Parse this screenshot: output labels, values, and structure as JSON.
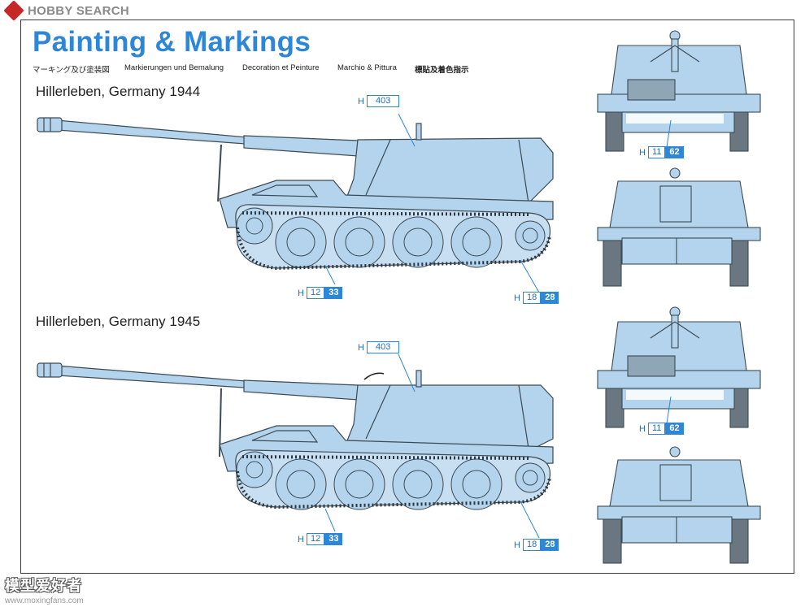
{
  "watermark": {
    "brand": "HOBBY SEARCH",
    "site_cn": "模型爱好者",
    "site_url": "www.moxingfans.com"
  },
  "title": "Painting & Markings",
  "languages": [
    "マーキング及び塗装図",
    "Markierungen und Bemalung",
    "Decoration et Peinture",
    "Marchio & Pittura",
    "標貼及着色指示"
  ],
  "schemes": [
    {
      "caption": "Hillerleben, Germany 1944"
    },
    {
      "caption": "Hillerleben, Germany 1945"
    }
  ],
  "callouts": {
    "s1_hull": {
      "prefix": "H",
      "code": "403"
    },
    "s1_track": {
      "prefix": "H",
      "code": "12",
      "num": "33"
    },
    "s1_wheel": {
      "prefix": "H",
      "code": "18",
      "num": "28"
    },
    "s1_front": {
      "prefix": "H",
      "code": "11",
      "num": "62"
    },
    "s2_hull": {
      "prefix": "H",
      "code": "403"
    },
    "s2_track": {
      "prefix": "H",
      "code": "12",
      "num": "33"
    },
    "s2_wheel": {
      "prefix": "H",
      "code": "18",
      "num": "28"
    },
    "s2_front": {
      "prefix": "H",
      "code": "11",
      "num": "62"
    }
  },
  "colors": {
    "vehicle": "#b3d4ec",
    "outline": "#3b4a55",
    "accent": "#2e86d6"
  }
}
